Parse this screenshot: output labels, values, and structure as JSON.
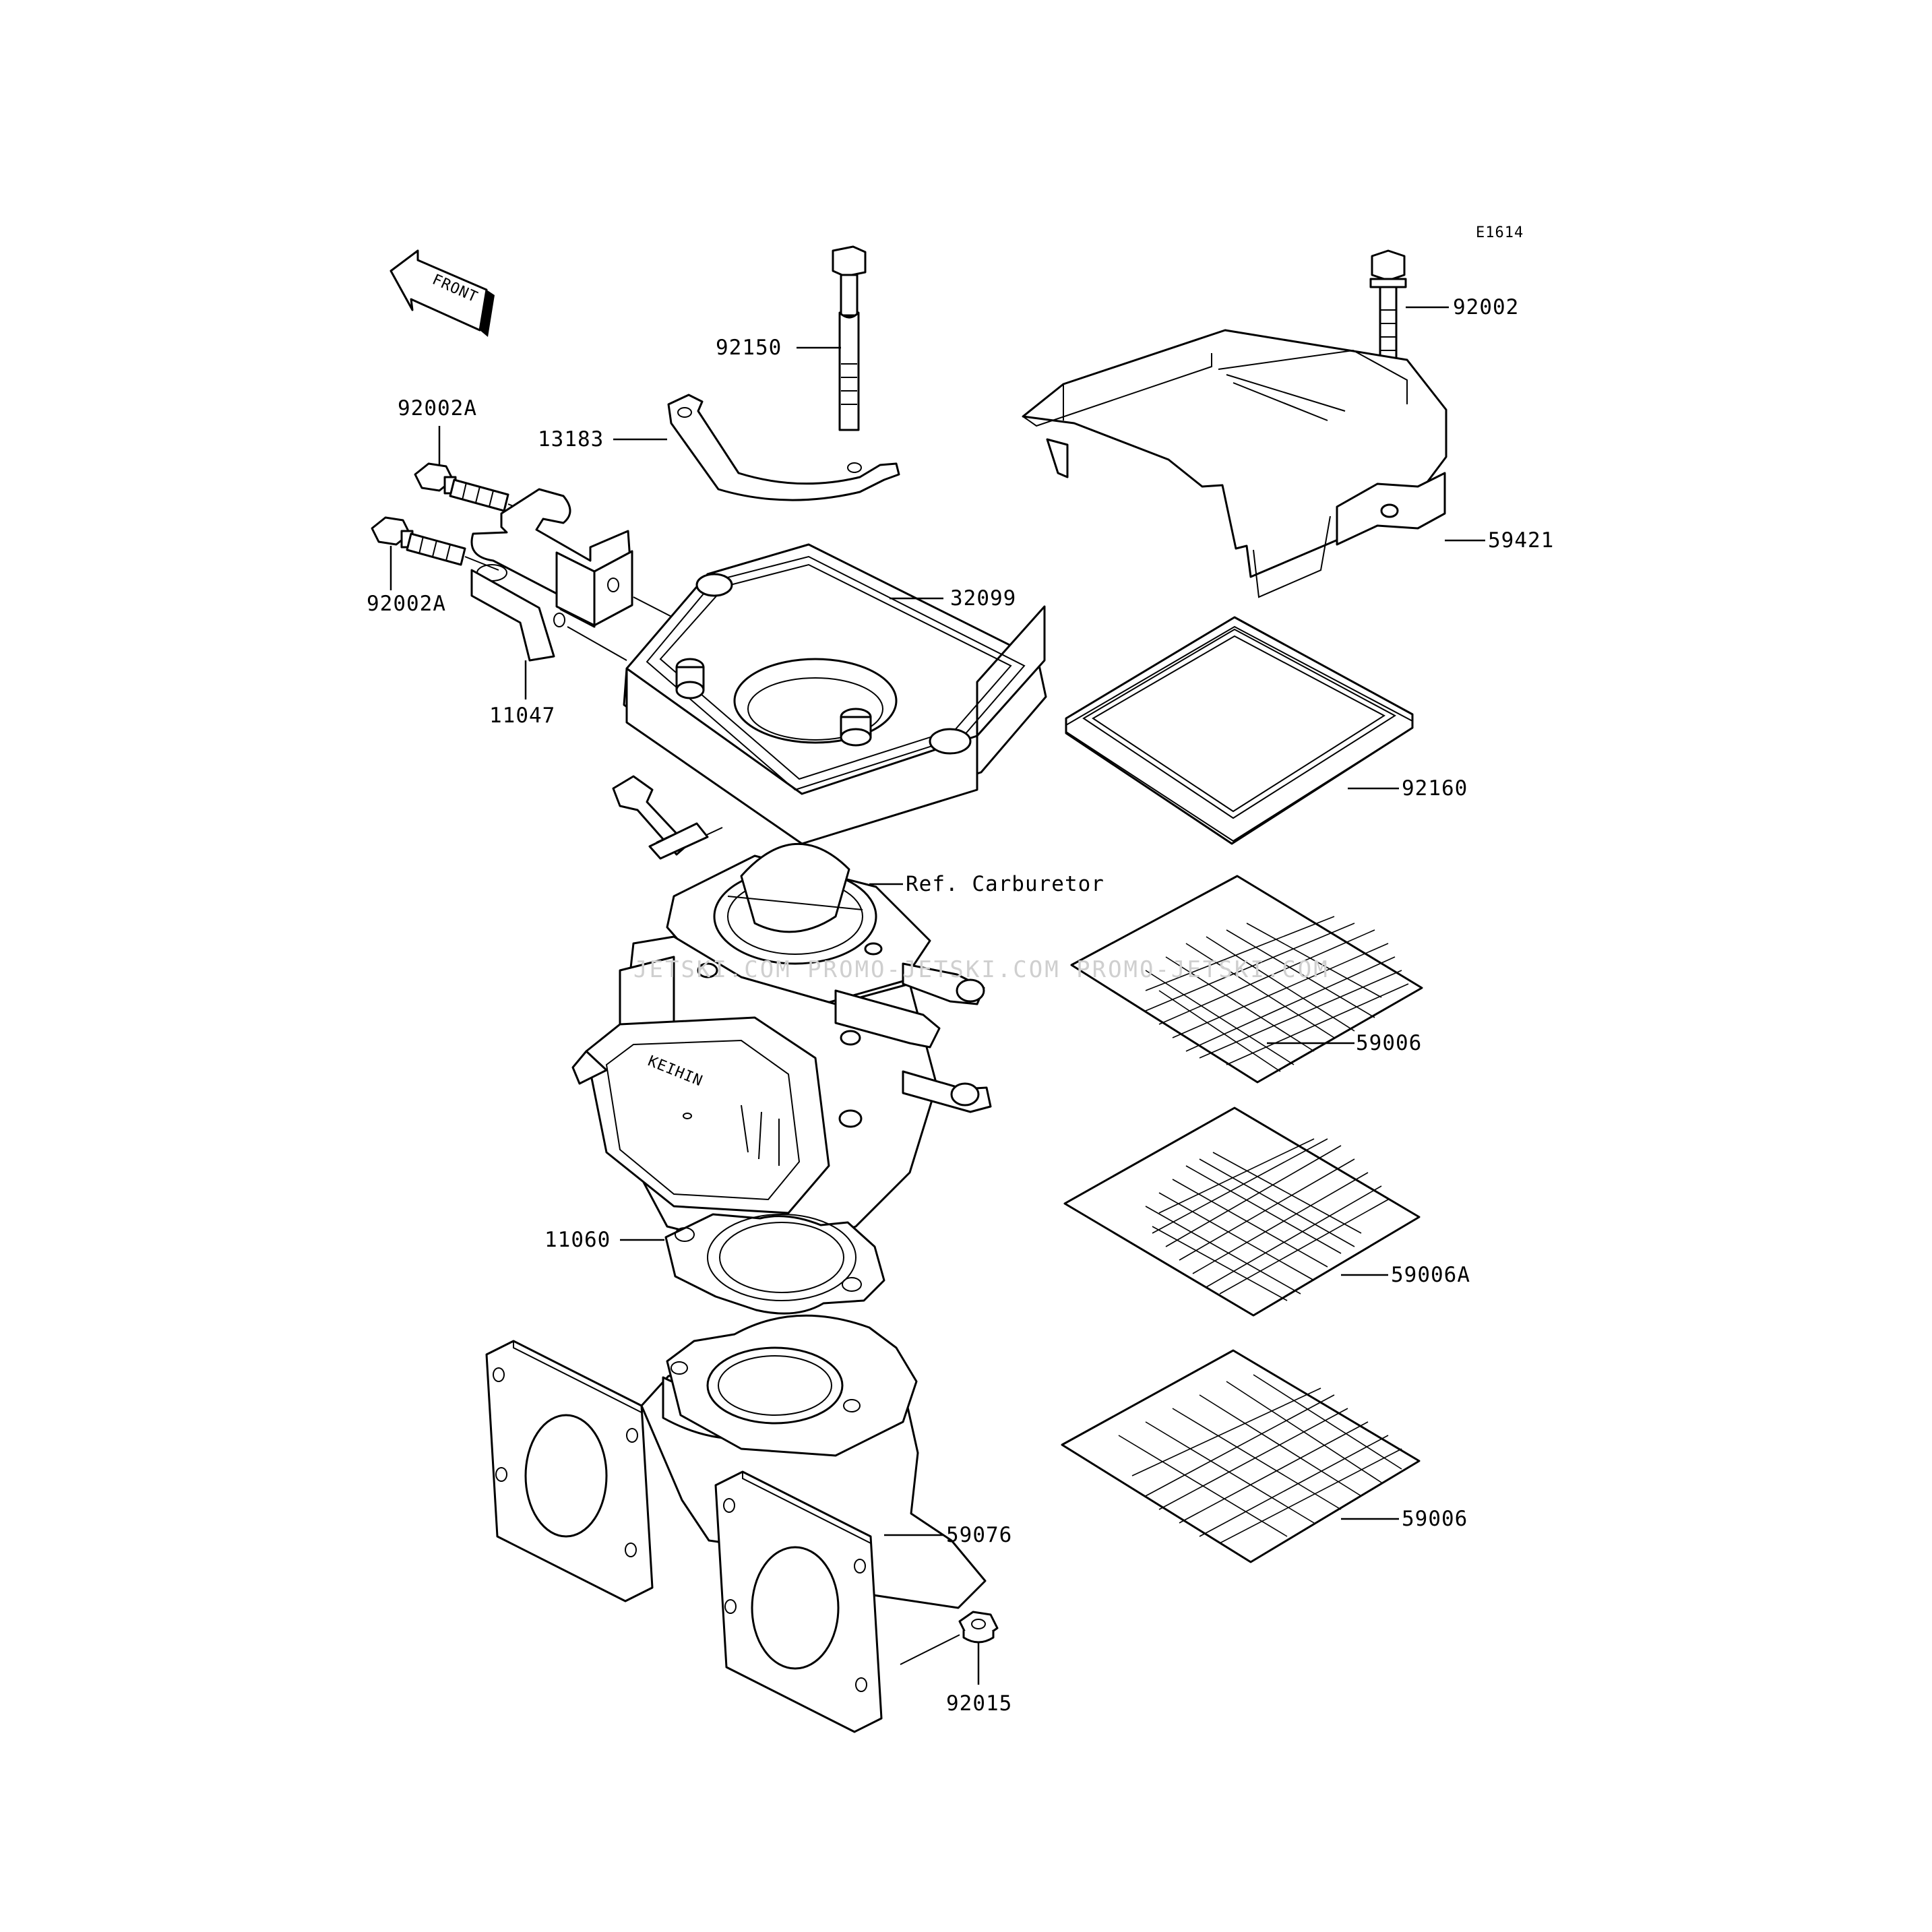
{
  "diagram_code": "E1614",
  "front_arrow_text": "FRONT",
  "watermark": "JETSKI.COM  PROMO-JETSKI.COM  PROMO-JETSKI.COM",
  "carburetor_badge": "KEIHIN",
  "labels": {
    "p92150": "92150",
    "p92002": "92002",
    "p92002A_top": "92002A",
    "p13183": "13183",
    "p59421": "59421",
    "p92002A_bottom": "92002A",
    "p32099": "32099",
    "p11047": "11047",
    "p92160": "92160",
    "ref_carburetor": "Ref. Carburetor",
    "p59006_top": "59006",
    "p11060": "11060",
    "p59006A": "59006A",
    "p59076": "59076",
    "p59006_bottom": "59006",
    "p92015": "92015"
  }
}
